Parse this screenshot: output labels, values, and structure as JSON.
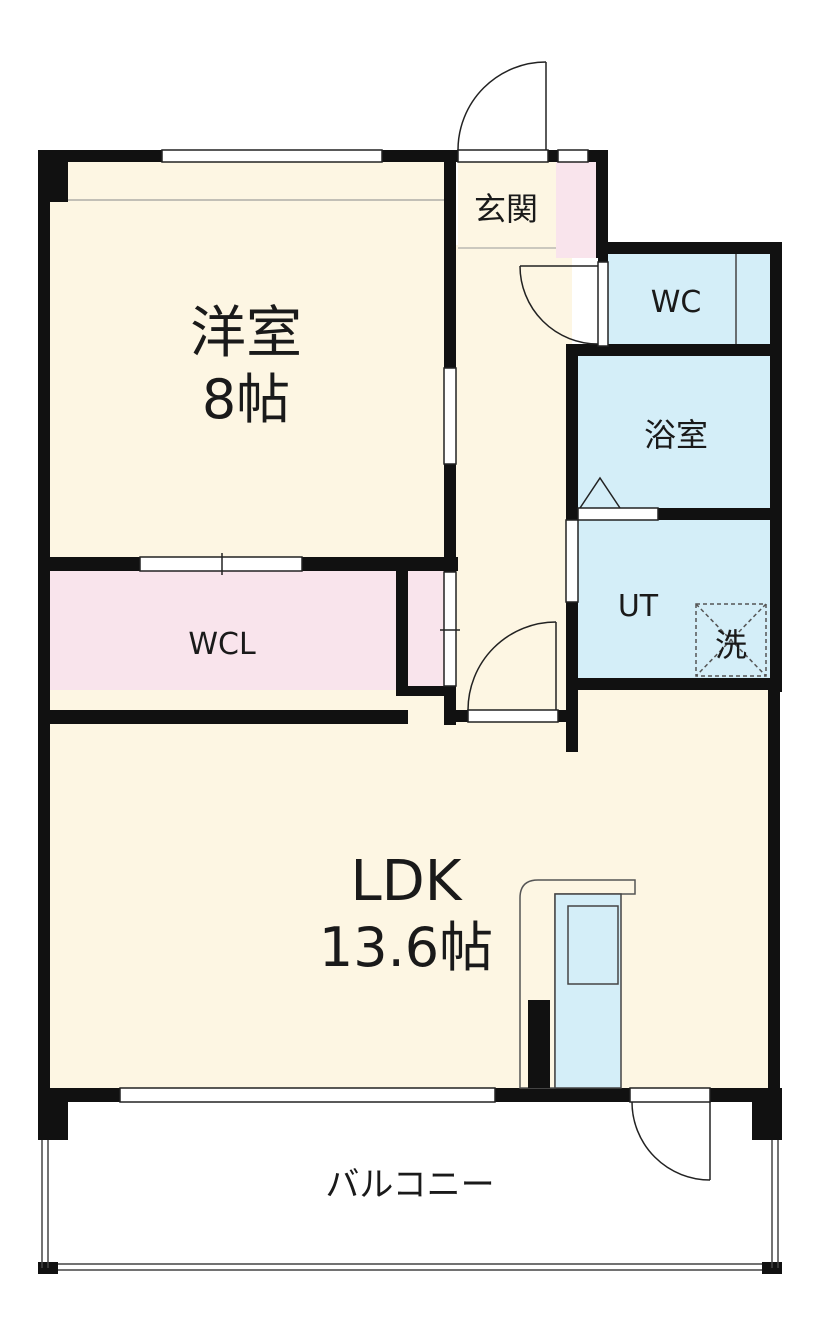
{
  "colors": {
    "wall": "#111111",
    "living_floor": "#fdf6e3",
    "storage_floor": "#f9e4ec",
    "wet_floor": "#d4eef8",
    "balcony_floor": "#ffffff",
    "window": "#ffffff"
  },
  "rooms": {
    "western_room": {
      "name": "洋室",
      "size": "8帖"
    },
    "entrance": {
      "name": "玄関"
    },
    "wc": {
      "name": "WC"
    },
    "bath": {
      "name": "浴室"
    },
    "utility": {
      "name": "UT"
    },
    "washer": {
      "name": "洗"
    },
    "closet": {
      "name": "WCL"
    },
    "ldk": {
      "name": "LDK",
      "size": "13.6帖"
    },
    "balcony": {
      "name": "バルコニー"
    }
  },
  "icons": {
    "door": "door-swing-icon",
    "window": "window-icon",
    "washer": "washing-machine-space-icon",
    "kitchen": "kitchen-counter-icon"
  }
}
